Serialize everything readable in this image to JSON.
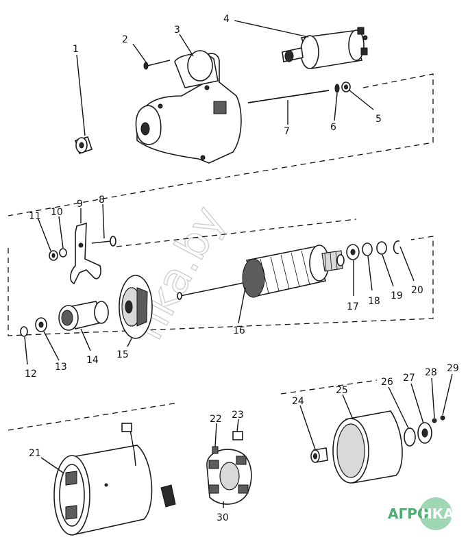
{
  "labels": [
    "1",
    "2",
    "3",
    "4",
    "5",
    "6",
    "7",
    "8",
    "9",
    "10",
    "11",
    "12",
    "13",
    "14",
    "15",
    "16",
    "17",
    "18",
    "19",
    "20",
    "21",
    "22",
    "23",
    "24",
    "25",
    "26",
    "27",
    "28",
    "29",
    "30"
  ],
  "watermark": "nka.by",
  "brand": {
    "left": "АГРО",
    "right": "НКА",
    "accent": "#4caf72",
    "badge": "#9fd6b4"
  }
}
